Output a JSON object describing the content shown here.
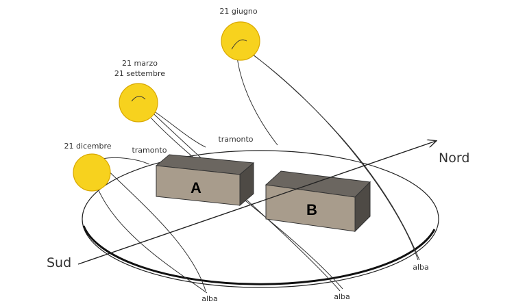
{
  "labels": {
    "dec": "21 dicembre",
    "mar": "21 marzo",
    "sep": "21 settembre",
    "jun": "21 giugno",
    "tramonto_left": "tramonto",
    "tramonto_mid": "tramonto",
    "alba_1": "alba",
    "alba_2": "alba",
    "alba_3": "alba",
    "nord": "Nord",
    "sud": "Sud",
    "building_a": "A",
    "building_b": "B"
  },
  "colors": {
    "sun_fill": "#f7d21e",
    "sun_stroke": "#d9a800",
    "building_front": "#a89c8c",
    "building_top": "#6b6660",
    "building_side": "#4e4a45",
    "line": "#222222"
  }
}
